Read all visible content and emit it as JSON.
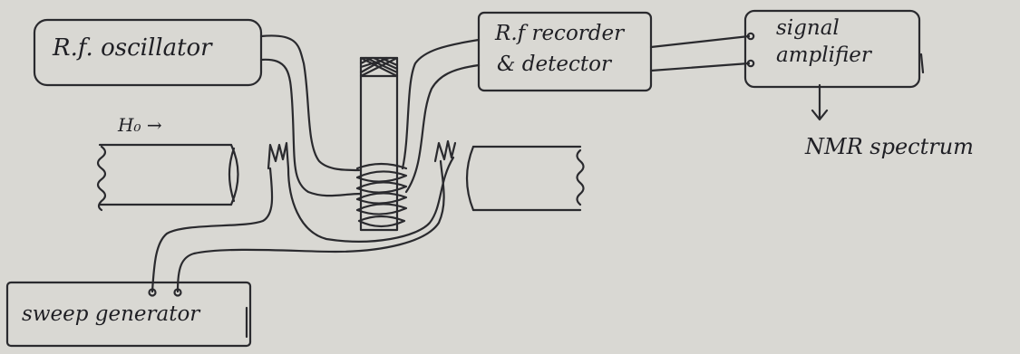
{
  "blocks": {
    "oscillator": "R.f. oscillator",
    "recorder_line1": "R.f recorder",
    "recorder_line2": "& detector",
    "amplifier_line1": "signal",
    "amplifier_line2": "amplifier",
    "sweep": "sweep generator"
  },
  "field_label": "H₀ →",
  "output_label": "NMR spectrum",
  "colors": {
    "ink": "#2a2a2e",
    "paper": "#d9d8d3"
  }
}
